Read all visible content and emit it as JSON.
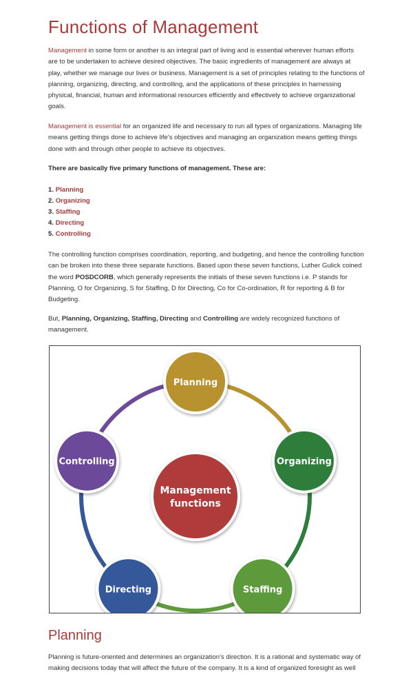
{
  "title": "Functions of Management",
  "intro": {
    "link": "Management",
    "rest": " in some form or another is an integral part of living and is essential wherever human efforts are to be undertaken to achieve desired objectives. The basic ingredients of management are always at play, whether we manage our lives or business. Management is a set of principles relating to the functions of planning, organizing, directing, and controlling, and the applications of these principles in harnessing physical, financial, human and informational resources efficiently and effectively to achieve organizational goals."
  },
  "essential": {
    "link": "Management is essential",
    "rest": " for an organized life and necessary to run all types of organizations. Managing life means getting things done to achieve life's objectives and managing an organization means getting things done with and through other people to achieve its objectives."
  },
  "list_heading": "There are basically five primary functions of management. These are:",
  "functions": [
    {
      "num": "1.",
      "label": "Planning"
    },
    {
      "num": "2.",
      "label": "Organizing"
    },
    {
      "num": "3.",
      "label": "Staffing"
    },
    {
      "num": "4.",
      "label": "Directing"
    },
    {
      "num": "5.",
      "label": "Controlling"
    }
  ],
  "controlling_para": {
    "a": "The controlling function comprises coordination, reporting, and budgeting, and hence the controlling function can be broken into these three separate functions. Based upon these seven functions, Luther Gulick coined the word ",
    "bold": "POSDCORB",
    "b": ", which generally represents the initials of these seven functions i.e. P stands for Planning, O for Organizing, S for Staffing, D for Directing, Co for Co-ordination, R for reporting & B for Budgeting."
  },
  "recognized_para": {
    "a": "But, ",
    "b1": "Planning, Organizing, Staffing, Directing",
    "c": " and ",
    "b2": "Controlling",
    "d": " are widely recognized functions of management."
  },
  "diagram": {
    "center_line1": "Management",
    "center_line2": "functions",
    "nodes": [
      {
        "label": "Planning",
        "color": "#b8922e"
      },
      {
        "label": "Organizing",
        "color": "#2e7d3a"
      },
      {
        "label": "Staffing",
        "color": "#5c9a3a"
      },
      {
        "label": "Directing",
        "color": "#35589a"
      },
      {
        "label": "Controlling",
        "color": "#6d4a9a"
      }
    ],
    "center_color": "#b03a3a"
  },
  "planning_heading": "Planning",
  "planning_para": "Planning is future-oriented and determines an organization's direction. It is a rational and systematic way of making decisions today that will affect the future of the company. It is a kind of organized foresight as well"
}
